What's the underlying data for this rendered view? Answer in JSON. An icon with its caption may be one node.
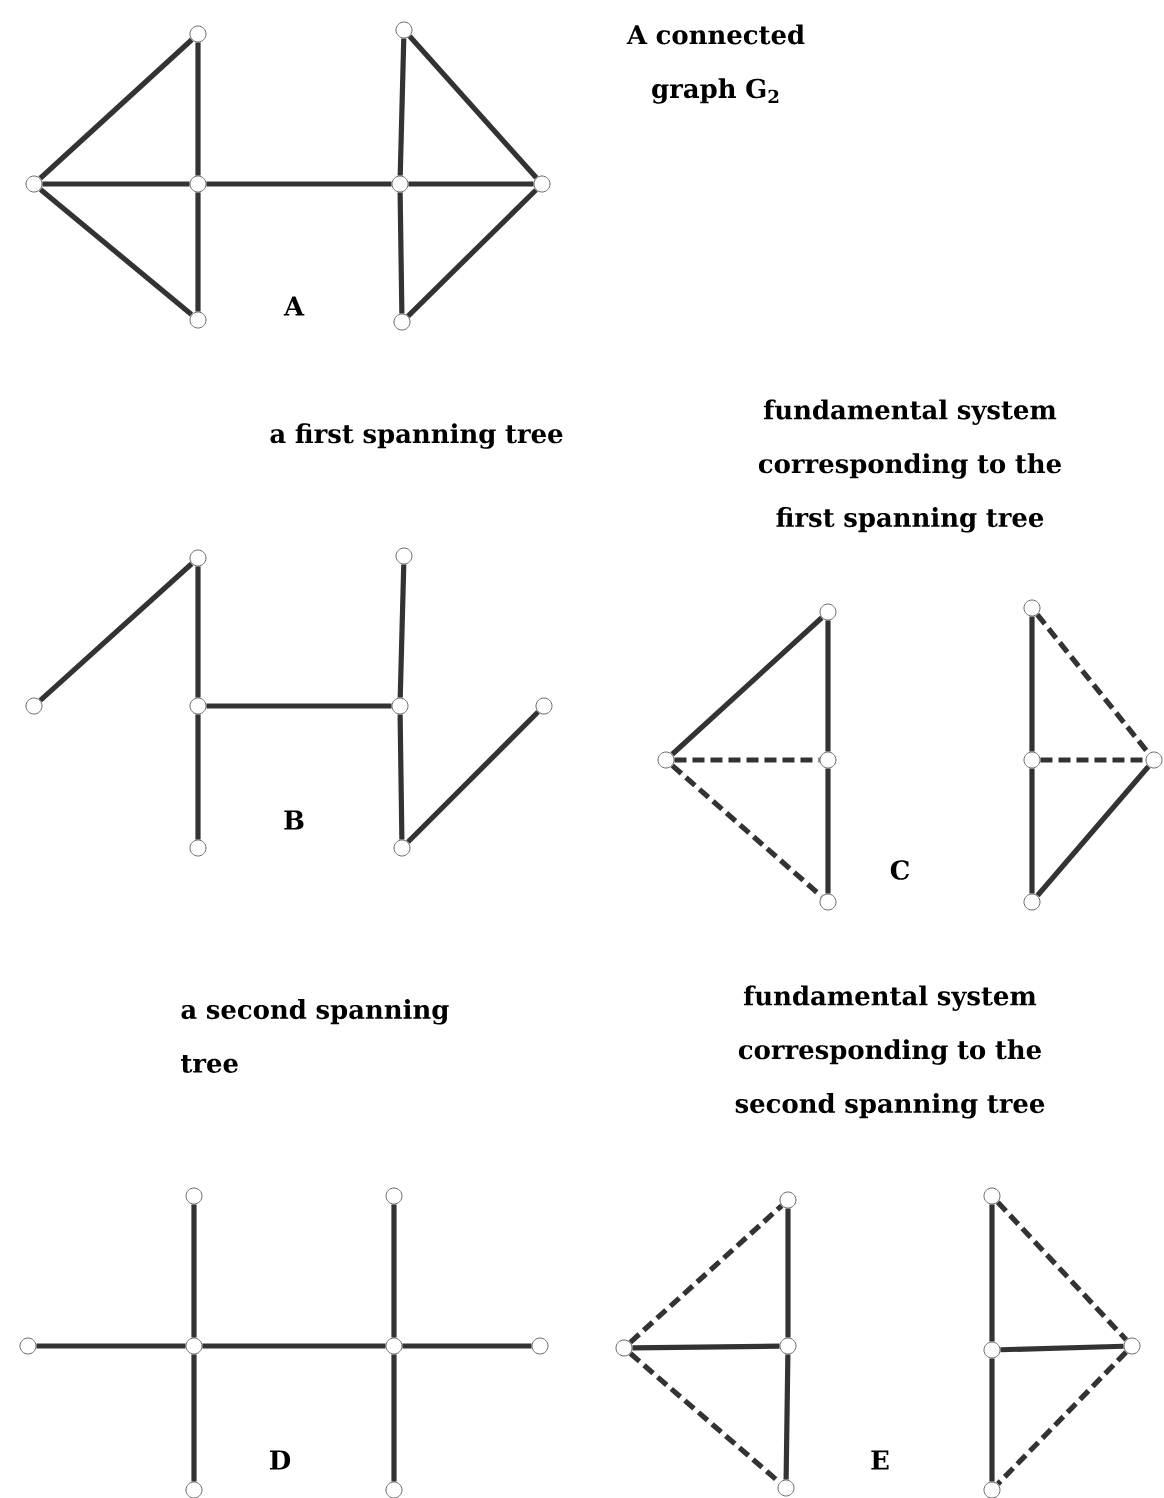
{
  "diagram": {
    "nodes": [
      {
        "text": [],
        "shape": "circle"
      },
      {
        "text": [],
        "shape": "circle"
      },
      {
        "text": [],
        "shape": "circle"
      },
      {
        "text": [],
        "shape": "circle"
      },
      {
        "text": [],
        "shape": "circle"
      },
      {
        "text": [],
        "shape": "circle"
      },
      {
        "text": [],
        "shape": "circle"
      },
      {
        "text": [],
        "shape": "circle"
      },
      {
        "text": [],
        "shape": "circle"
      },
      {
        "text": [],
        "shape": "circle"
      },
      {
        "text": [],
        "shape": "circle"
      },
      {
        "text": [],
        "shape": "circle"
      },
      {
        "text": [],
        "shape": "circle"
      },
      {
        "text": [],
        "shape": "circle"
      },
      {
        "text": [],
        "shape": "circle"
      },
      {
        "text": [],
        "shape": "circle"
      },
      {
        "text": [],
        "shape": "circle"
      },
      {
        "text": [],
        "shape": "circle"
      },
      {
        "text": [],
        "shape": "circle"
      },
      {
        "text": [],
        "shape": "circle"
      },
      {
        "text": [],
        "shape": "circle"
      },
      {
        "text": [],
        "shape": "circle"
      },
      {
        "text": [],
        "shape": "circle"
      },
      {
        "text": [],
        "shape": "circle"
      },
      {
        "text": [],
        "shape": "circle"
      },
      {
        "text": [],
        "shape": "circle"
      },
      {
        "text": [],
        "shape": "circle"
      },
      {
        "text": [],
        "shape": "circle"
      },
      {
        "text": [],
        "shape": "circle"
      },
      {
        "text": [],
        "shape": "circle"
      },
      {
        "text": [],
        "shape": "circle"
      },
      {
        "text": [],
        "shape": "circle"
      },
      {
        "text": [],
        "shape": "circle"
      },
      {
        "text": [],
        "shape": "circle"
      },
      {
        "text": [],
        "shape": "circle"
      },
      {
        "text": [],
        "shape": "circle"
      },
      {
        "text": [],
        "shape": "circle"
      },
      {
        "text": [],
        "shape": "circle"
      },
      {
        "text": [],
        "shape": "circle"
      },
      {
        "text": [],
        "shape": "circle"
      }
    ],
    "edges": [
      {
        "from": 0,
        "to": 1,
        "arrow": "none"
      },
      {
        "from": 0,
        "to": 2,
        "arrow": "none"
      },
      {
        "from": 0,
        "to": 3,
        "arrow": "none"
      },
      {
        "from": 1,
        "to": 2,
        "arrow": "none"
      },
      {
        "from": 2,
        "to": 3,
        "arrow": "none"
      },
      {
        "from": 2,
        "to": 5,
        "arrow": "none"
      },
      {
        "from": 4,
        "to": 5,
        "arrow": "none"
      },
      {
        "from": 5,
        "to": 6,
        "arrow": "none"
      },
      {
        "from": 5,
        "to": 7,
        "arrow": "none"
      },
      {
        "from": 4,
        "to": 6,
        "arrow": "none"
      },
      {
        "from": 6,
        "to": 7,
        "arrow": "none"
      },
      {
        "from": 8,
        "to": 9,
        "arrow": "none"
      },
      {
        "from": 9,
        "to": 10,
        "arrow": "none"
      },
      {
        "from": 10,
        "to": 11,
        "arrow": "none"
      },
      {
        "from": 10,
        "to": 13,
        "arrow": "none"
      },
      {
        "from": 12,
        "to": 13,
        "arrow": "none"
      },
      {
        "from": 13,
        "to": 15,
        "arrow": "none"
      },
      {
        "from": 15,
        "to": 14,
        "arrow": "none"
      },
      {
        "from": 16,
        "to": 17,
        "arrow": "none"
      },
      {
        "from": 16,
        "to": 18,
        "arrow": "none",
        "style": "dashed"
      },
      {
        "from": 16,
        "to": 19,
        "arrow": "none",
        "style": "dashed"
      },
      {
        "from": 17,
        "to": 18,
        "arrow": "none"
      },
      {
        "from": 18,
        "to": 19,
        "arrow": "none"
      },
      {
        "from": 20,
        "to": 22,
        "arrow": "none",
        "style": "dashed"
      },
      {
        "from": 21,
        "to": 22,
        "arrow": "none",
        "style": "dashed"
      },
      {
        "from": 22,
        "to": 23,
        "arrow": "none"
      },
      {
        "from": 20,
        "to": 21,
        "arrow": "none"
      },
      {
        "from": 21,
        "to": 23,
        "arrow": "none"
      },
      {
        "from": 24,
        "to": 26,
        "arrow": "none"
      },
      {
        "from": 25,
        "to": 26,
        "arrow": "none"
      },
      {
        "from": 26,
        "to": 27,
        "arrow": "none"
      },
      {
        "from": 26,
        "to": 29,
        "arrow": "none"
      },
      {
        "from": 28,
        "to": 29,
        "arrow": "none"
      },
      {
        "from": 29,
        "to": 31,
        "arrow": "none"
      },
      {
        "from": 29,
        "to": 30,
        "arrow": "none"
      },
      {
        "from": 32,
        "to": 33,
        "arrow": "none",
        "style": "dashed"
      },
      {
        "from": 32,
        "to": 34,
        "arrow": "none"
      },
      {
        "from": 32,
        "to": 35,
        "arrow": "none",
        "style": "dashed"
      },
      {
        "from": 33,
        "to": 34,
        "arrow": "none"
      },
      {
        "from": 34,
        "to": 35,
        "arrow": "none"
      },
      {
        "from": 36,
        "to": 38,
        "arrow": "none",
        "style": "dashed"
      },
      {
        "from": 37,
        "to": 38,
        "arrow": "none"
      },
      {
        "from": 38,
        "to": 39,
        "arrow": "none",
        "style": "dashed"
      },
      {
        "from": 36,
        "to": 37,
        "arrow": "none"
      },
      {
        "from": 37,
        "to": 39,
        "arrow": "none"
      }
    ],
    "labels": [
      "A connected graph G$_{2}$",
      "A",
      "a first spanning tree",
      "fundamental system corresponding to the first spanning tree",
      "B",
      "C",
      "a second spanning tree",
      "fundamental system corresponding to the second spanning tree",
      "D",
      "E"
    ]
  }
}
